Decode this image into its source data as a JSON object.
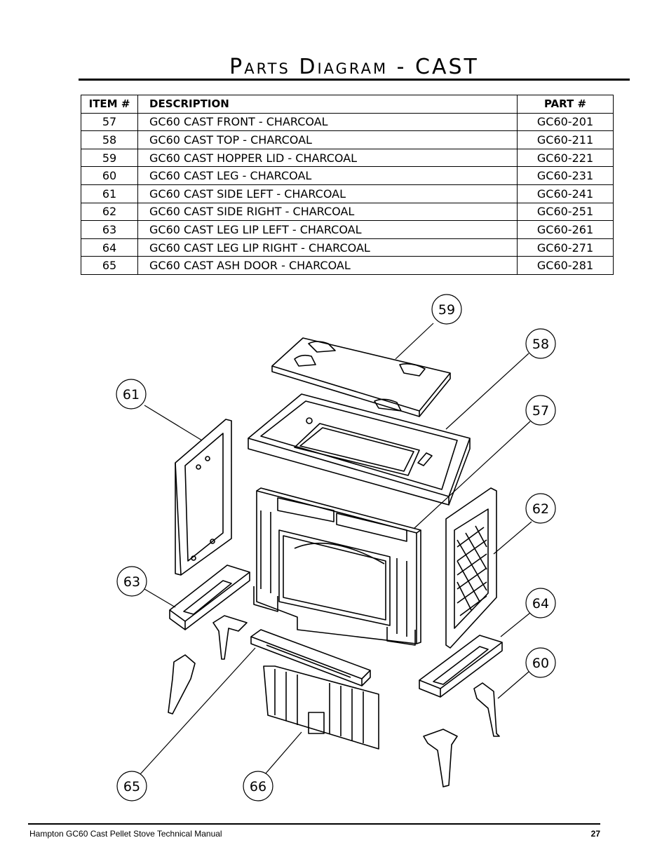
{
  "title": "Parts Diagram - CAST",
  "table": {
    "headers": {
      "item": "ITEM #",
      "description": "DESCRIPTION",
      "part": "PART #"
    },
    "rows": [
      {
        "item": "57",
        "description": "GC60 CAST FRONT - CHARCOAL",
        "part": "GC60-201"
      },
      {
        "item": "58",
        "description": "GC60 CAST TOP - CHARCOAL",
        "part": "GC60-211"
      },
      {
        "item": "59",
        "description": "GC60 CAST HOPPER LID - CHARCOAL",
        "part": "GC60-221"
      },
      {
        "item": "60",
        "description": "GC60 CAST LEG - CHARCOAL",
        "part": "GC60-231"
      },
      {
        "item": "61",
        "description": "GC60 CAST SIDE LEFT - CHARCOAL",
        "part": "GC60-241"
      },
      {
        "item": "62",
        "description": "GC60 CAST SIDE RIGHT - CHARCOAL",
        "part": "GC60-251"
      },
      {
        "item": "63",
        "description": "GC60 CAST LEG LIP LEFT - CHARCOAL",
        "part": "GC60-261"
      },
      {
        "item": "64",
        "description": "GC60 CAST LEG LIP RIGHT - CHARCOAL",
        "part": "GC60-271"
      },
      {
        "item": "65",
        "description": "GC60 CAST ASH DOOR - CHARCOAL",
        "part": "GC60-281"
      }
    ]
  },
  "diagram": {
    "callouts": {
      "c59": "59",
      "c58": "58",
      "c57": "57",
      "c61": "61",
      "c62": "62",
      "c63": "63",
      "c64": "64",
      "c60": "60",
      "c65": "65",
      "c66": "66"
    }
  },
  "footer": {
    "manual_title": "Hampton GC60 Cast Pellet Stove Technical Manual",
    "page_number": "27"
  }
}
